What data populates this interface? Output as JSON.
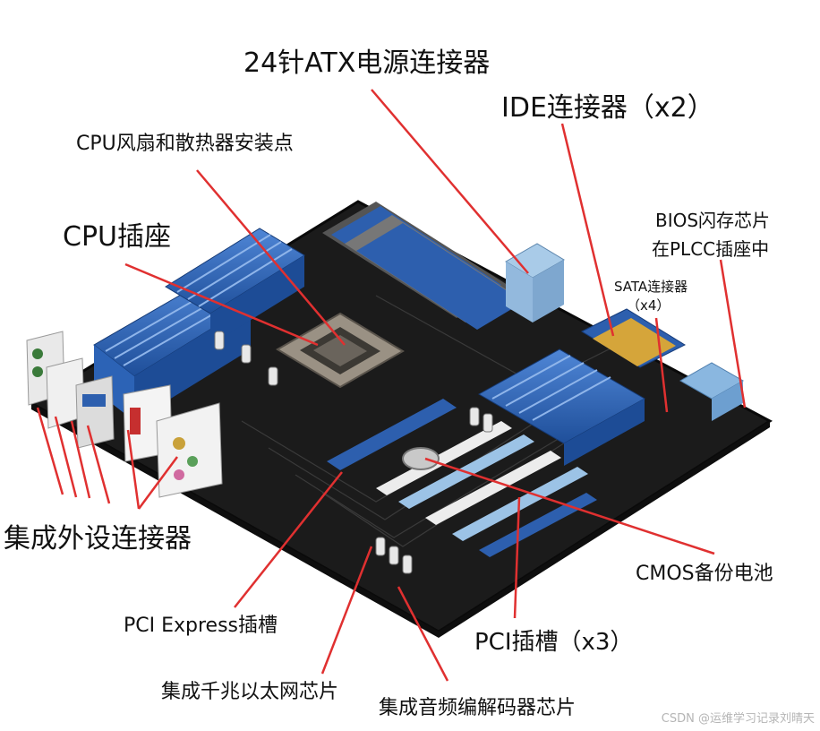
{
  "labels": {
    "atx_power": "24针ATX电源连接器",
    "ide": "IDE连接器（x2）",
    "cpu_fan": "CPU风扇和散热器安装点",
    "cpu_socket": "CPU插座",
    "bios_line1": "BIOS闪存芯片",
    "bios_line2": "在PLCC插座中",
    "sata_line1": "SATA连接器",
    "sata_line2": "（x4）",
    "io_connectors": "集成外设连接器",
    "cmos": "CMOS备份电池",
    "pcie": "PCI Express插槽",
    "pci": "PCI插槽（x3）",
    "ethernet": "集成千兆以太网芯片",
    "audio": "集成音频编解码器芯片"
  },
  "watermark": "CSDN @运维学习记录刘晴天",
  "colors": {
    "leader_line": "#e03030",
    "board": "#1b1b1b",
    "heatsink_blue": "#2a63b8",
    "slot_light_blue": "#9cc3e6",
    "slot_white": "#ececec"
  }
}
